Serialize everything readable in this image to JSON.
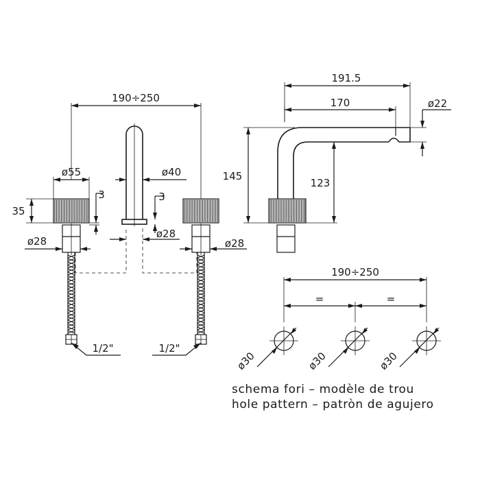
{
  "front_view": {
    "dim_spread": "190÷250",
    "dim_handle_dia": "ø55",
    "dim_spout_dia": "ø40",
    "dim_handle_height": "35",
    "dim_gap_left": "3",
    "dim_gap_right": "3",
    "dim_shank_left": "ø28",
    "dim_shank_center": "ø28",
    "dim_shank_right": "ø28",
    "dim_connection_left": "1/2\"",
    "dim_connection_right": "1/2\""
  },
  "side_view": {
    "dim_total_reach": "191.5",
    "dim_reach": "170",
    "dim_outlet_dia": "ø22",
    "dim_total_height": "145",
    "dim_outlet_height": "123"
  },
  "hole_pattern": {
    "dim_spread": "190÷250",
    "dim_equal_left": "=",
    "dim_equal_right": "=",
    "dim_hole_1": "ø30",
    "dim_hole_2": "ø30",
    "dim_hole_3": "ø30",
    "caption_line_1": "schema fori – modèle de trou",
    "caption_line_2": "hole pattern – patròn de agujero"
  }
}
